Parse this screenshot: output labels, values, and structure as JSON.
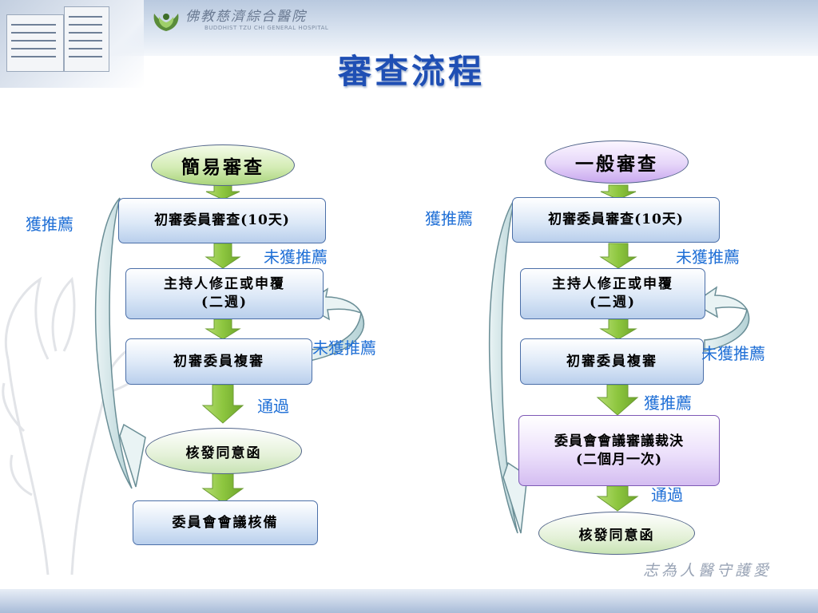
{
  "header": {
    "hospital_name": "佛教慈濟綜合醫院",
    "hospital_name_en": "BUDDHIST TZU CHI GENERAL HOSPITAL",
    "motto": "志為人醫守護愛"
  },
  "slide": {
    "title": "審查流程"
  },
  "left_flow": {
    "start": "簡易審查",
    "step1": "初審委員審查(10天)",
    "step2_line1": "主持人修正或申覆",
    "step2_line2": "(二週)",
    "step3": "初審委員複審",
    "step4": "核發同意函",
    "step5": "委員會會議核備",
    "label_recommended": "獲推薦",
    "label_not_recommended_1": "未獲推薦",
    "label_not_recommended_2": "未獲推薦",
    "label_pass": "通過"
  },
  "right_flow": {
    "start": "一般審查",
    "step1": "初審委員審查(10天)",
    "step2_line1": "主持人修正或申覆",
    "step2_line2": "(二週)",
    "step3": "初審委員複審",
    "step4_line1": "委員會會議審議裁決",
    "step4_line2": "(二個月一次)",
    "step5": "核發同意函",
    "label_recommended": "獲推薦",
    "label_not_recommended_1": "未獲推薦",
    "label_not_recommended_2": "未獲推薦",
    "label_recommended_2": "獲推薦",
    "label_pass": "通過"
  },
  "colors": {
    "title": "#1f4fb4",
    "label": "#1f6fd6",
    "arrow_green": "#8dc63f",
    "box_border": "#4b6fa8"
  }
}
